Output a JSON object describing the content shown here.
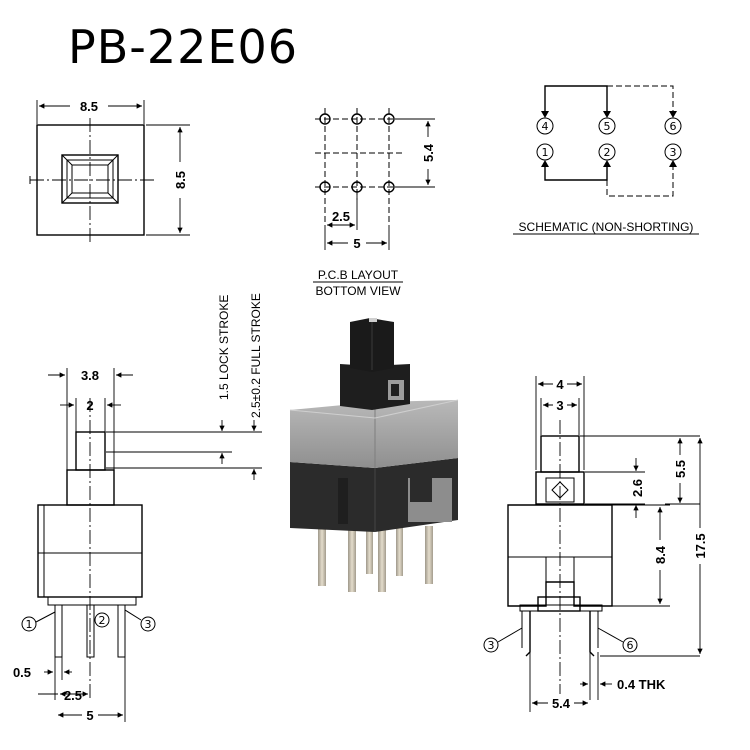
{
  "title": "PB-22E06",
  "top_view": {
    "width_label": "8.5",
    "height_label": "8.5"
  },
  "pcb_layout": {
    "height_label": "5.4",
    "pitch_label": "2.5",
    "width_label": "5",
    "caption_line1": "P.C.B LAYOUT",
    "caption_line2": "BOTTOM VIEW"
  },
  "schematic": {
    "caption": "SCHEMATIC (NON-SHORTING)",
    "pins_top": [
      "4",
      "5",
      "6"
    ],
    "pins_bottom": [
      "1",
      "2",
      "3"
    ]
  },
  "front_view": {
    "stem_width_label": "3.8",
    "stem_inner_label": "2",
    "lock_stroke_label": "1.5 LOCK STROKE",
    "full_stroke_label": "2.5±0.2 FULL STROKE",
    "pin_labels": [
      "1",
      "2",
      "3"
    ],
    "pin_width_label": "0.5",
    "pitch_label": "2.5",
    "total_label": "5"
  },
  "side_view": {
    "outer_label": "4",
    "inner_label": "3",
    "dim_2_6": "2.6",
    "dim_5_5": "5.5",
    "dim_8_4": "8.4",
    "dim_17_5": "17.5",
    "pin_labels": [
      "3",
      "6"
    ],
    "bottom_width_label": "5.4",
    "thickness_label": "0.4 THK"
  },
  "colors": {
    "housing_gray": "#9a9a9a",
    "housing_dark": "#2a2a2a",
    "pin_metal": "#c9c2b0"
  }
}
